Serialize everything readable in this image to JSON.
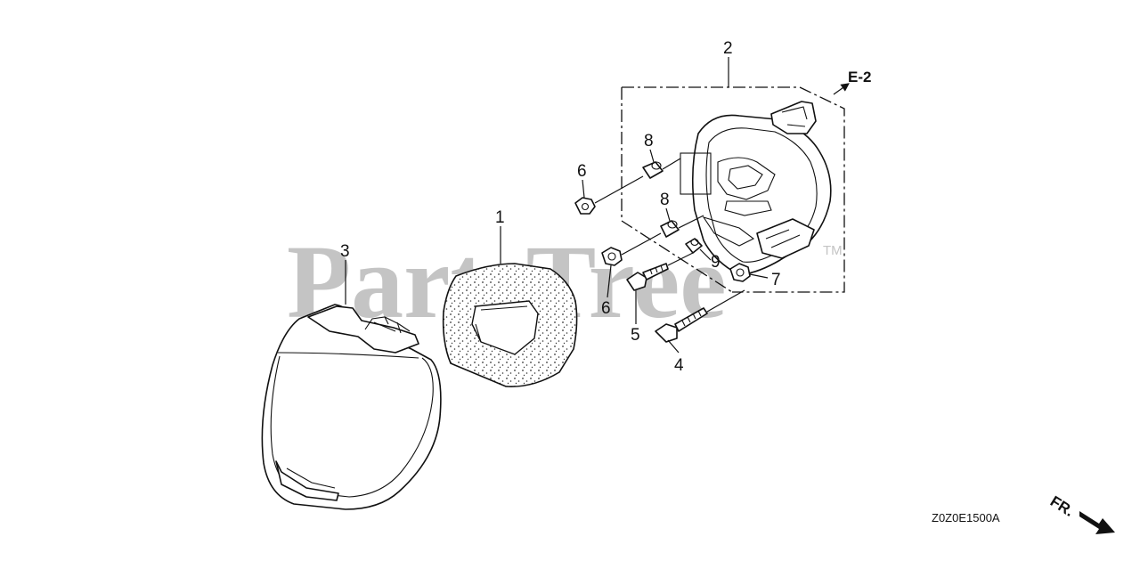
{
  "watermark": {
    "text": "PartsTree",
    "trademark": "TM"
  },
  "reference": {
    "label": "E-2"
  },
  "drawing_code": "Z0Z0E1500A",
  "direction": {
    "label": "FR."
  },
  "callouts": [
    {
      "id": "c1",
      "label": "1"
    },
    {
      "id": "c2",
      "label": "2"
    },
    {
      "id": "c3",
      "label": "3"
    },
    {
      "id": "c4",
      "label": "4"
    },
    {
      "id": "c5",
      "label": "5"
    },
    {
      "id": "c6a",
      "label": "6"
    },
    {
      "id": "c6b",
      "label": "6"
    },
    {
      "id": "c7",
      "label": "7"
    },
    {
      "id": "c8a",
      "label": "8"
    },
    {
      "id": "c8b",
      "label": "8"
    },
    {
      "id": "c9",
      "label": "9"
    }
  ],
  "colors": {
    "ink": "#111111",
    "watermark": "#c4c4c4",
    "background": "#ffffff"
  }
}
